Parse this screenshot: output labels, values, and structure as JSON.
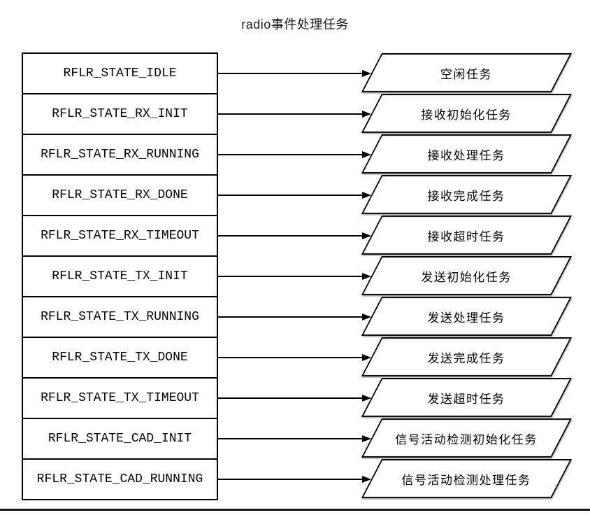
{
  "title": "radio事件处理任务",
  "colors": {
    "line": "#000000",
    "background": "#ffffff",
    "shadow": "#c4c4c4",
    "divider": "#161616"
  },
  "rows": [
    {
      "state": "RFLR_STATE_IDLE",
      "task": "空闲任务"
    },
    {
      "state": "RFLR_STATE_RX_INIT",
      "task": "接收初始化任务"
    },
    {
      "state": "RFLR_STATE_RX_RUNNING",
      "task": "接收处理任务"
    },
    {
      "state": "RFLR_STATE_RX_DONE",
      "task": "接收完成任务"
    },
    {
      "state": "RFLR_STATE_RX_TIMEOUT",
      "task": "接收超时任务"
    },
    {
      "state": "RFLR_STATE_TX_INIT",
      "task": "发送初始化任务"
    },
    {
      "state": "RFLR_STATE_TX_RUNNING",
      "task": "发送处理任务"
    },
    {
      "state": "RFLR_STATE_TX_DONE",
      "task": "发送完成任务"
    },
    {
      "state": "RFLR_STATE_TX_TIMEOUT",
      "task": "发送超时任务"
    },
    {
      "state": "RFLR_STATE_CAD_INIT",
      "task": "信号活动检测初始化任务"
    },
    {
      "state": "RFLR_STATE_CAD_RUNNING",
      "task": "信号活动检测处理任务"
    }
  ]
}
